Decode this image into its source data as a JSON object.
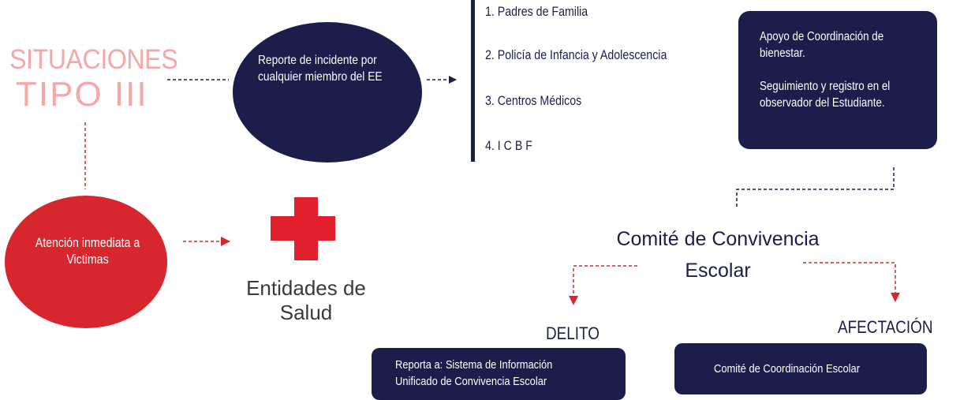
{
  "title": {
    "line1": "SITUACIONES",
    "line2": "TIPO III"
  },
  "report_node": {
    "text": "Reporte de incidente por cualquier miembro del EE"
  },
  "notify_list": [
    "1. Padres de Familia",
    "2. Policía de Infancia y Adolescencia",
    "3. Centros Médicos",
    "4. I C B F"
  ],
  "apoyo_node": {
    "line1": "Apoyo de Coordinación de bienestar.",
    "line2": "Seguimiento y registro en el observador del Estudiante."
  },
  "atencion_node": {
    "text": "Atención inmediata a Victimas"
  },
  "salud_node": {
    "line1": "Entidades de",
    "line2": "Salud"
  },
  "comite_node": {
    "line1": "Comité de Convivencia",
    "line2": "Escolar"
  },
  "delito": {
    "label": "DELITO",
    "box_line1": "Reporta a: Sistema de Información",
    "box_line2": "Unificado de Convivencia Escolar"
  },
  "afectacion": {
    "label": "AFECTACIÓN",
    "box_text": "Comité de Coordinación Escolar"
  },
  "colors": {
    "navy": "#1b1e4a",
    "red": "#d8262f",
    "pink": "#f4a8a8"
  }
}
